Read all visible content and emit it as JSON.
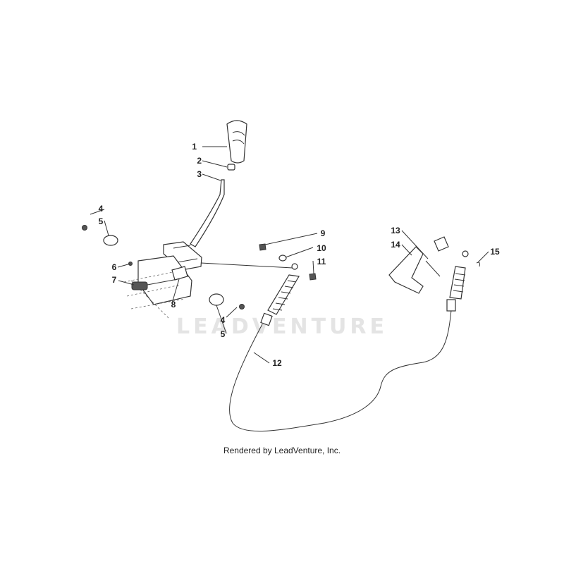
{
  "watermark": "LEADVENTURE",
  "caption": "Rendered by LeadVenture, Inc.",
  "callouts": [
    {
      "id": "c1",
      "label": "1"
    },
    {
      "id": "c2",
      "label": "2"
    },
    {
      "id": "c3",
      "label": "3"
    },
    {
      "id": "c4a",
      "label": "4"
    },
    {
      "id": "c5a",
      "label": "5"
    },
    {
      "id": "c6",
      "label": "6"
    },
    {
      "id": "c7",
      "label": "7"
    },
    {
      "id": "c8",
      "label": "8"
    },
    {
      "id": "c4b",
      "label": "4"
    },
    {
      "id": "c5b",
      "label": "5"
    },
    {
      "id": "c9",
      "label": "9"
    },
    {
      "id": "c10",
      "label": "10"
    },
    {
      "id": "c11",
      "label": "11"
    },
    {
      "id": "c12",
      "label": "12"
    },
    {
      "id": "c13",
      "label": "13"
    },
    {
      "id": "c14",
      "label": "14"
    },
    {
      "id": "c15",
      "label": "15"
    }
  ]
}
